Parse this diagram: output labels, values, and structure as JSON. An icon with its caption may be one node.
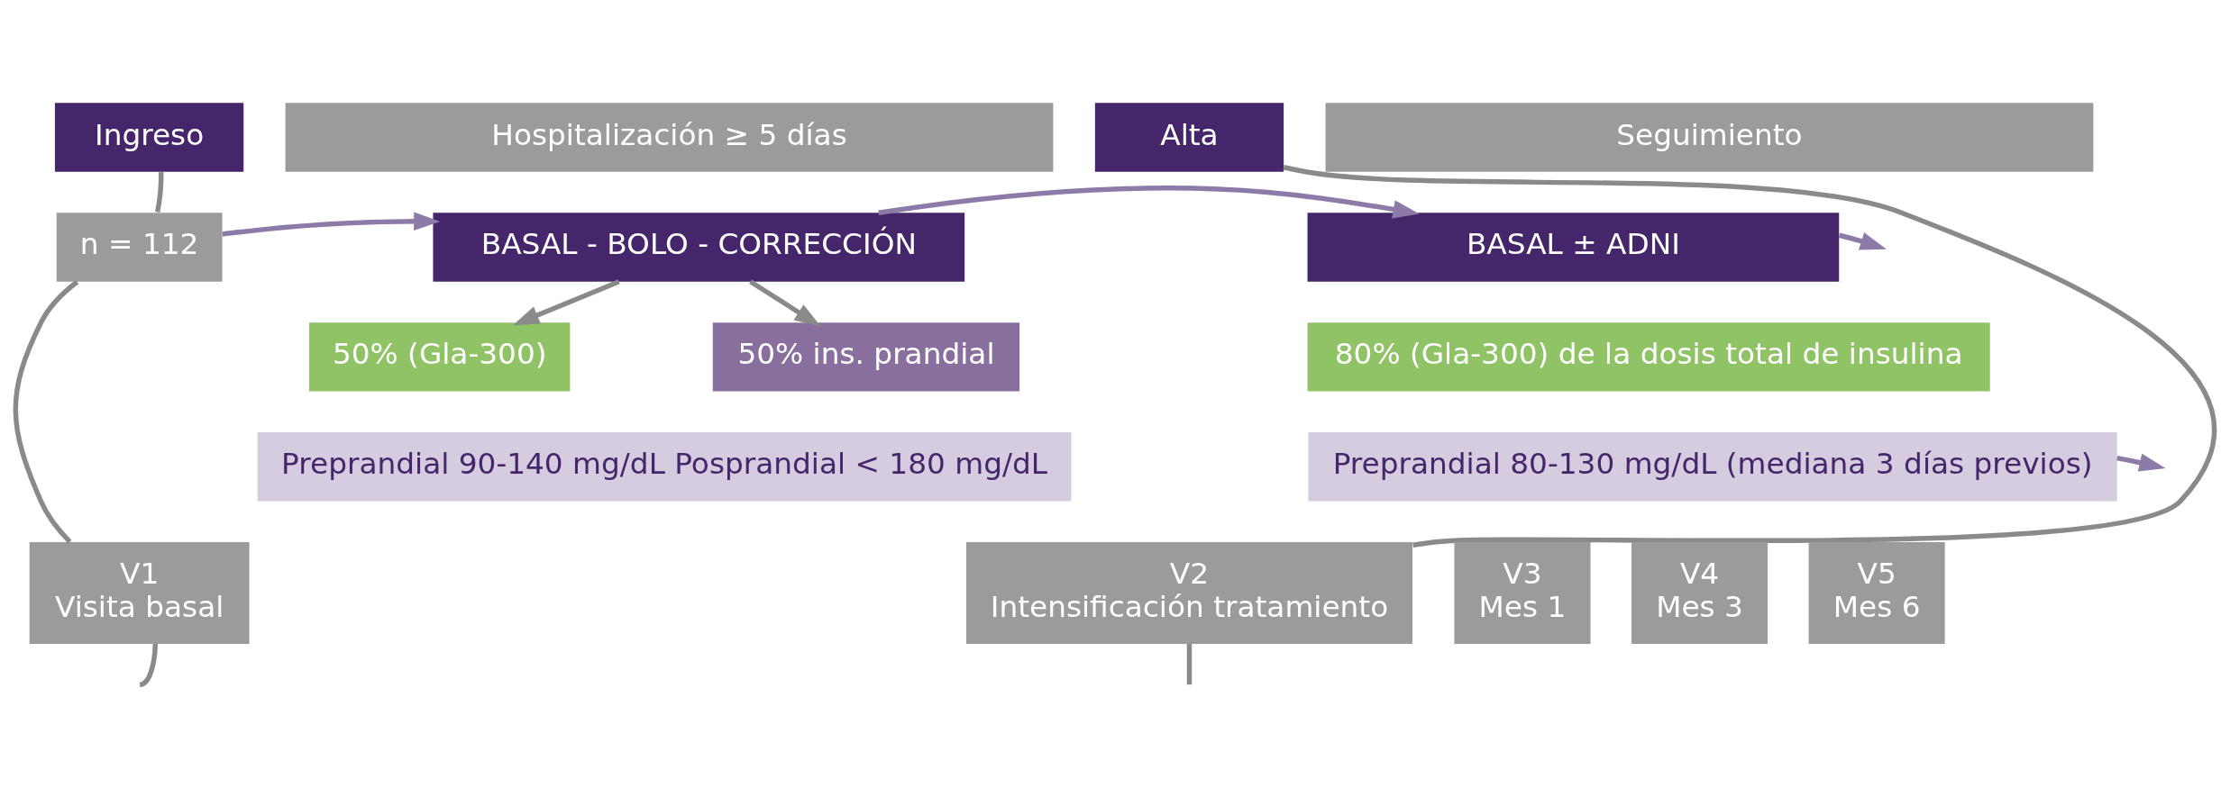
{
  "diagram": {
    "nodes": [
      {
        "text": [
          "Ingreso"
        ]
      },
      {
        "text": [
          "Hospitalización ≥ 5 días"
        ]
      },
      {
        "text": [
          "Alta"
        ]
      },
      {
        "text": [
          "Seguimiento"
        ]
      },
      {
        "text": [
          "n = 112"
        ]
      },
      {
        "text": [
          "V1",
          "Visita basal"
        ]
      },
      {
        "text": [
          "BASAL - BOLO - CORRECCIÓN"
        ]
      },
      {
        "text": [
          "50% (Gla-300)"
        ]
      },
      {
        "text": [
          "50% ins. prandial"
        ]
      },
      {
        "text": [
          "Preprandial 90-140 mg/dL Posprandial < 180 mg/dL"
        ]
      },
      {
        "text": [
          "V2",
          "Intensificación tratamiento"
        ]
      },
      {
        "text": [
          "BASAL ± ADNI"
        ]
      },
      {
        "text": [
          "80% (Gla-300) de la dosis total de insulina"
        ]
      },
      {
        "text": [
          "Preprandial 80-130 mg/dL (mediana 3 días previos)"
        ]
      },
      {
        "text": [
          "V3",
          "Mes 1"
        ]
      },
      {
        "text": [
          "V4",
          "Mes 3"
        ]
      },
      {
        "text": [
          "V5",
          "Mes 6"
        ]
      }
    ],
    "edges": [
      {
        "from": 0,
        "to": 4,
        "arrow": "none"
      },
      {
        "from": 4,
        "to": 5,
        "arrow": "none"
      },
      {
        "from": 5,
        "to": null,
        "arrow": "none"
      },
      {
        "from": 2,
        "to": 10,
        "arrow": "none"
      },
      {
        "from": 10,
        "to": null,
        "arrow": "none"
      },
      {
        "from": 4,
        "to": 6,
        "arrow": "to",
        "color": "#8c7aa8"
      },
      {
        "from": 6,
        "to": 7,
        "arrow": "to"
      },
      {
        "from": 6,
        "to": 8,
        "arrow": "to"
      },
      {
        "from": 6,
        "to": 11,
        "arrow": "to",
        "color": "#8c7aa8"
      },
      {
        "from": 11,
        "to": null,
        "arrow": "to",
        "color": "#8c7aa8"
      },
      {
        "from": 13,
        "to": null,
        "arrow": "to",
        "color": "#8c7aa8"
      }
    ]
  }
}
